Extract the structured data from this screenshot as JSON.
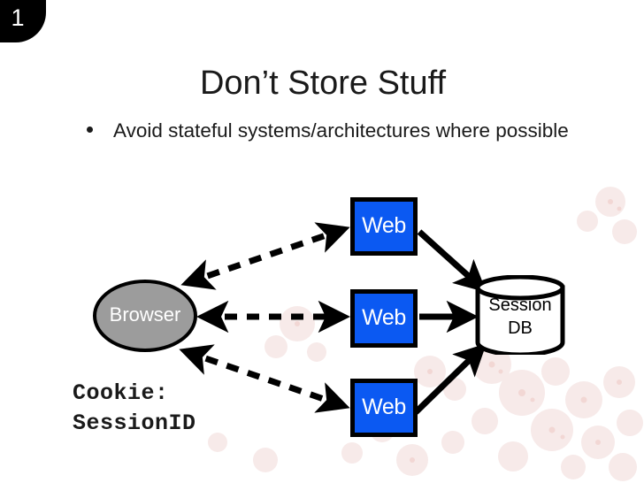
{
  "slide": {
    "number": "1",
    "title": "Don’t Store Stuff",
    "bullets": [
      "Avoid stateful systems/architectures where possible"
    ],
    "caption": {
      "line1": "Cookie:",
      "line2": "SessionID"
    }
  },
  "colors": {
    "web_box_fill": "#0b59f2",
    "web_box_border": "#000000",
    "browser_fill": "#9c9c9c",
    "db_fill": "#ffffff",
    "text_dark": "#1a1a1a",
    "text_light": "#ffffff",
    "badge_background": "#000000",
    "watermark": "#f6e7e6"
  },
  "diagram": {
    "nodes": [
      {
        "id": "browser",
        "label": "Browser",
        "shape": "ellipse"
      },
      {
        "id": "web-1",
        "label": "Web",
        "shape": "rect"
      },
      {
        "id": "web-2",
        "label": "Web",
        "shape": "rect"
      },
      {
        "id": "web-3",
        "label": "Web",
        "shape": "rect"
      },
      {
        "id": "session-db",
        "label_line1": "Session",
        "label_line2": "DB",
        "shape": "cylinder"
      }
    ],
    "edges": [
      {
        "from": "browser",
        "to": "web-1",
        "style": "dashed",
        "arrows": "both"
      },
      {
        "from": "browser",
        "to": "web-2",
        "style": "dashed",
        "arrows": "both"
      },
      {
        "from": "browser",
        "to": "web-3",
        "style": "dashed",
        "arrows": "both"
      },
      {
        "from": "web-1",
        "to": "session-db",
        "style": "solid",
        "arrows": "end"
      },
      {
        "from": "web-2",
        "to": "session-db",
        "style": "solid",
        "arrows": "end"
      },
      {
        "from": "web-3",
        "to": "session-db",
        "style": "solid",
        "arrows": "end"
      }
    ]
  }
}
